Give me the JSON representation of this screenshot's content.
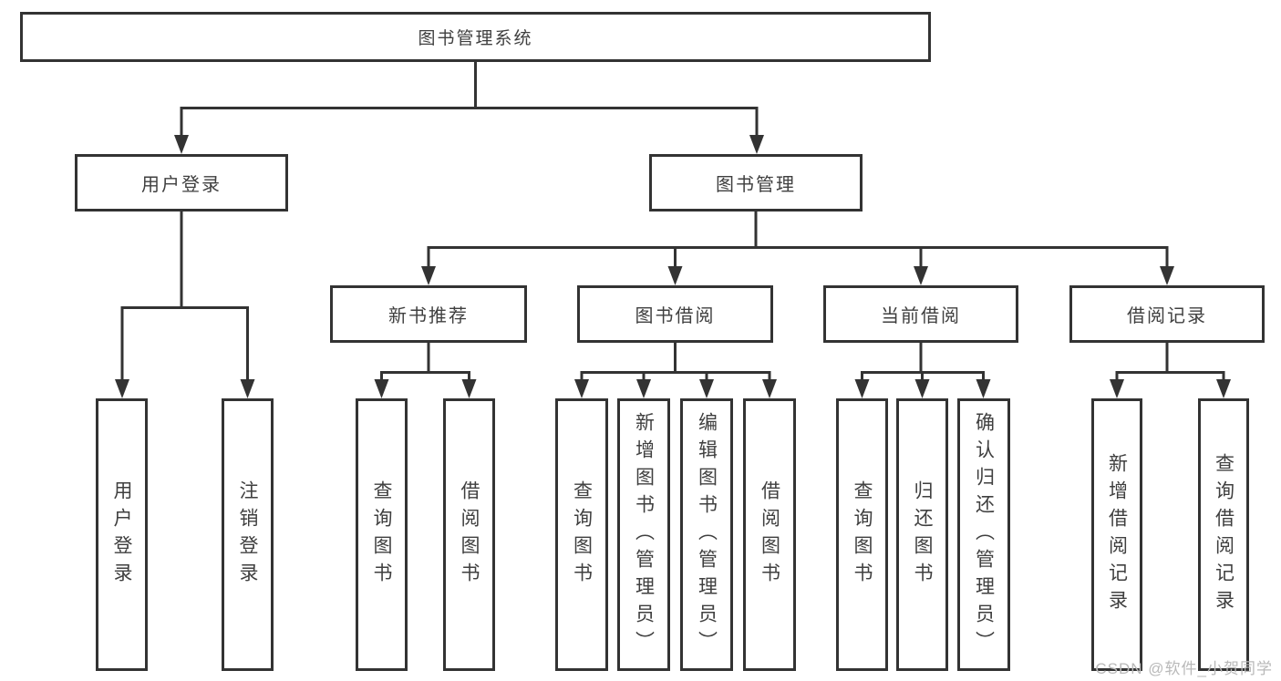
{
  "colors": {
    "line": "#333333",
    "box_border": "#333333",
    "text": "#3f3f3f",
    "watermark": "#b9b9b9",
    "background": "#ffffff"
  },
  "watermark": {
    "text": "CSDN @软件_小贺同学"
  },
  "tree": {
    "label": "图书管理系统",
    "children": [
      {
        "label": "用户登录",
        "children": [
          {
            "label": "用户登录"
          },
          {
            "label": "注销登录"
          }
        ]
      },
      {
        "label": "图书管理",
        "children": [
          {
            "label": "新书推荐",
            "children": [
              {
                "label": "查询图书"
              },
              {
                "label": "借阅图书"
              }
            ]
          },
          {
            "label": "图书借阅",
            "children": [
              {
                "label": "查询图书"
              },
              {
                "label": "新增图书（管理员）"
              },
              {
                "label": "编辑图书（管理员）"
              },
              {
                "label": "借阅图书"
              }
            ]
          },
          {
            "label": "当前借阅",
            "children": [
              {
                "label": "查询图书"
              },
              {
                "label": "归还图书"
              },
              {
                "label": "确认归还（管理员）"
              }
            ]
          },
          {
            "label": "借阅记录",
            "children": [
              {
                "label": "新增借阅记录"
              },
              {
                "label": "查询借阅记录"
              }
            ]
          }
        ]
      }
    ]
  }
}
